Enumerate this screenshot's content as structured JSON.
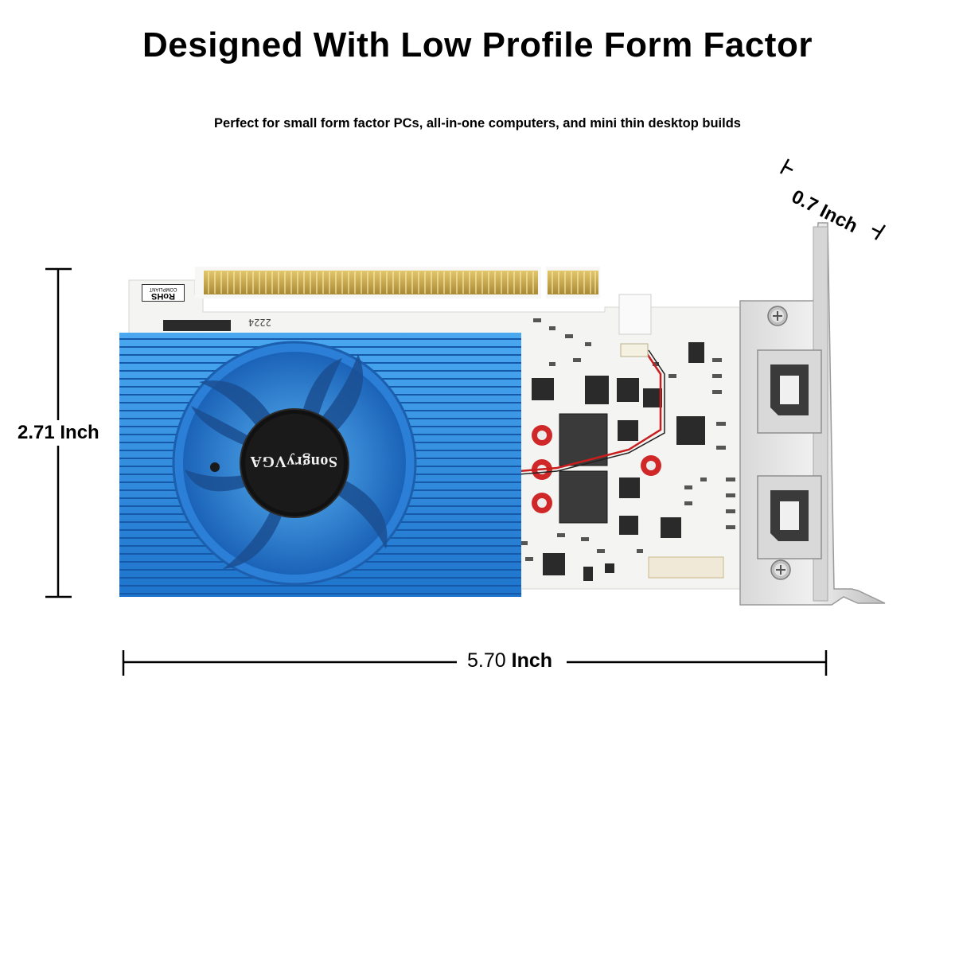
{
  "header": {
    "title": "Designed With Low Profile Form Factor",
    "subtitle": "Perfect for small form factor PCs, all-in-one computers, and mini thin desktop builds"
  },
  "dimensions": {
    "height_label": "2.71 Inch",
    "width_value": "5.70",
    "width_unit": "Inch",
    "depth_label": "0.7 Inch"
  },
  "card": {
    "rohs_title": "RoHS",
    "rohs_sub": "COMPLIANT",
    "brand": "SongryVGA",
    "board_code": "2224",
    "heatsink_color": "#2f8fe0",
    "fan_color": "#1f6fc4",
    "pcb_color": "#f4f4f2",
    "gold_finger_color": "#c9a94a"
  }
}
